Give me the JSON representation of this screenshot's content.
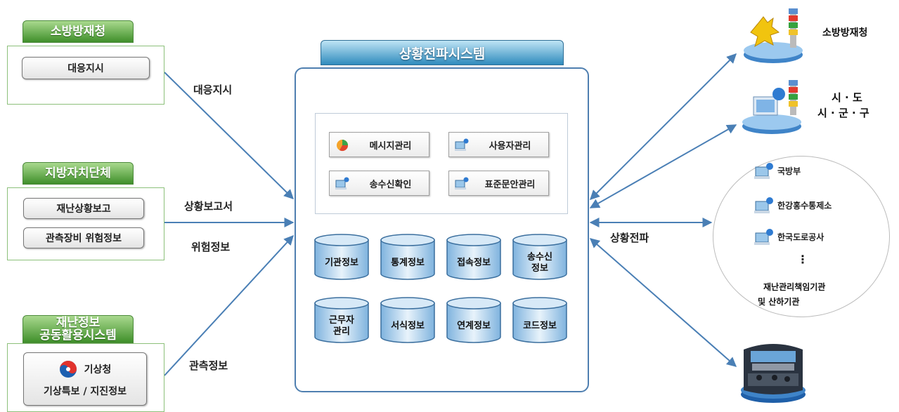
{
  "left": {
    "groups": [
      {
        "title": "소방방재청",
        "items": [
          "대응지시"
        ]
      },
      {
        "title": "지방자치단체",
        "items": [
          "재난상황보고",
          "관측장비 위험정보"
        ]
      },
      {
        "title": "재난정보\n공동활용시스템",
        "org": "기상청",
        "item": "기상특보 / 지진정보"
      }
    ],
    "flow_labels": [
      "대응지시",
      "상황보고서",
      "위험정보",
      "관측정보"
    ]
  },
  "center": {
    "title": "상황전파시스템",
    "modules": [
      "메시지관리",
      "사용자관리",
      "송수신확인",
      "표준문안관리"
    ],
    "databases": [
      "기관정보",
      "통계정보",
      "접속정보",
      "송수신\n정보",
      "근무자\n관리",
      "서식정보",
      "연계정보",
      "코드정보"
    ]
  },
  "right": {
    "flow_label": "상황전파",
    "targets": [
      "소방방재청",
      "시 · 도",
      "시 · 군 · 구"
    ],
    "orgs": [
      "국방부",
      "한강홍수통제소",
      "한국도로공사"
    ],
    "ellipsis": "⋮",
    "org_caption": [
      "재난관리책임기관",
      "및 산하기관"
    ]
  },
  "colors": {
    "left_tab": "#3f8f2a",
    "center_tab": "#2f8bbd",
    "arrow": "#4a7fb5"
  },
  "icons": [
    "pie-chart-icon",
    "computer-user-icon",
    "weather-agency-logo-icon",
    "siren-mascot-icon",
    "situation-room-photo"
  ]
}
